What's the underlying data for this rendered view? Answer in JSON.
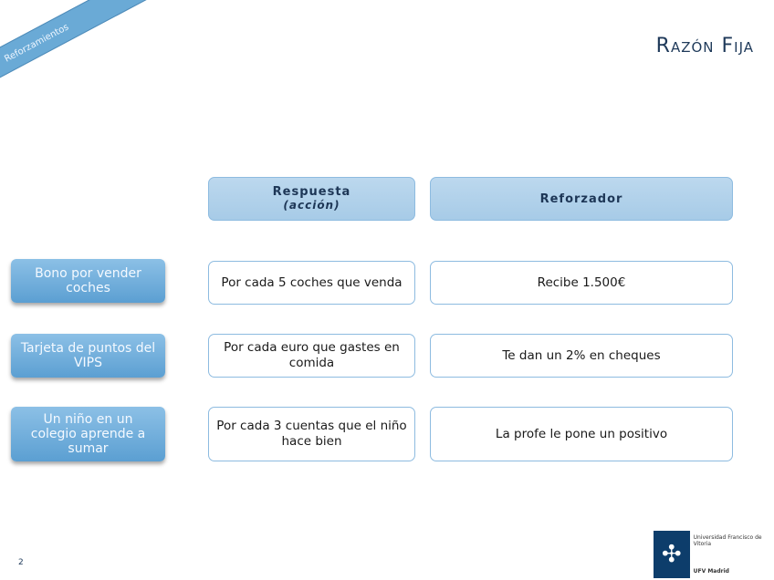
{
  "ribbon": "Reforzamientos",
  "title": "Razón Fija",
  "headers": {
    "respuesta": "Respuesta",
    "respuesta_sub": "(acción)",
    "reforzador": "Reforzador"
  },
  "rows": [
    {
      "label": "Bono por vender coches",
      "respuesta": "Por cada 5 coches que venda",
      "reforzador": "Recibe 1.500€"
    },
    {
      "label": "Tarjeta de puntos del VIPS",
      "respuesta": "Por cada euro que gastes en comida",
      "reforzador": "Te dan un 2% en cheques"
    },
    {
      "label": "Un niño en un colegio aprende a sumar",
      "respuesta": "Por cada 3 cuentas que el niño hace bien",
      "reforzador": "La profe le pone un positivo"
    }
  ],
  "page_number": "2",
  "logo": {
    "name": "Universidad Francisco de Vitoria",
    "sub": "UFV Madrid"
  }
}
